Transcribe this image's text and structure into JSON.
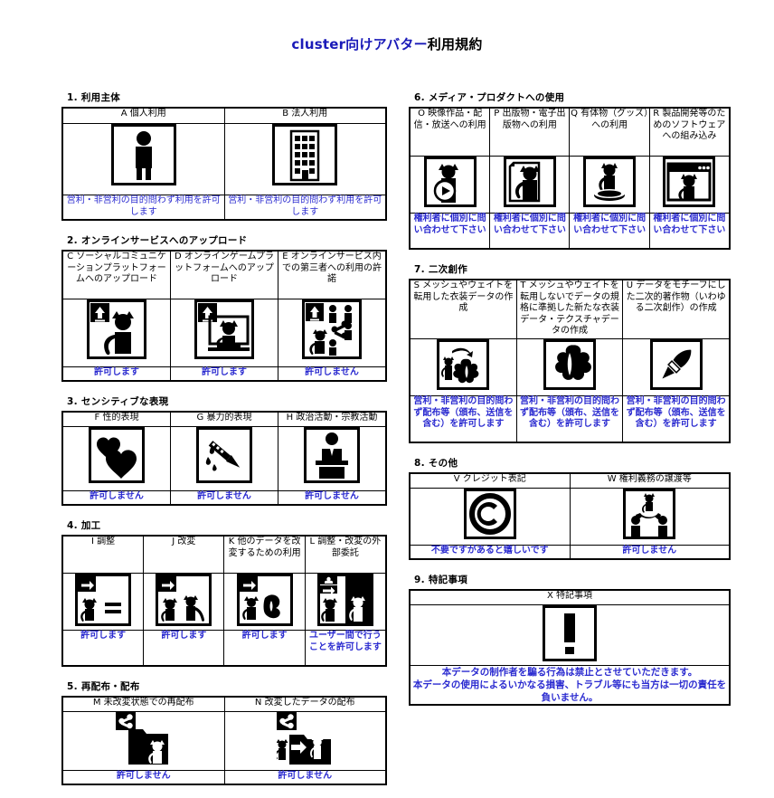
{
  "title": {
    "brand": "cluster向けアバター",
    "rest": "利用規約"
  },
  "colors": {
    "permission_blue": "#2b2bd0",
    "title_blue": "#1a1ab8",
    "border_black": "#000000",
    "page_background": "#ffffff"
  },
  "sections": {
    "s1": {
      "heading": "1. 利用主体",
      "items": [
        {
          "code": "A",
          "label": "A 個人利用",
          "icon": "person-icon",
          "permission": "営利・非営利の目的問わず利用を許可します"
        },
        {
          "code": "B",
          "label": "B 法人利用",
          "icon": "building-icon",
          "permission": "営利・非営利の目的問わず利用を許可します"
        }
      ]
    },
    "s2": {
      "heading": "2. オンラインサービスへのアップロード",
      "items": [
        {
          "code": "C",
          "label": "C ソーシャルコミュニケーションプラットフォームへのアップロード",
          "icon": "upload-avatar-icon",
          "permission": "許可します"
        },
        {
          "code": "D",
          "label": "D オンラインゲームプラットフォームへのアップロード",
          "icon": "upload-monitor-icon",
          "permission": "許可します"
        },
        {
          "code": "E",
          "label": "E オンラインサービス内での第三者への利用の許諾",
          "icon": "upload-share-people-icon",
          "permission": "許可しません"
        }
      ]
    },
    "s3": {
      "heading": "3. センシティブな表現",
      "items": [
        {
          "code": "F",
          "label": "F 性的表現",
          "icon": "hearts-icon",
          "permission": "許可しません"
        },
        {
          "code": "G",
          "label": "G 暴力的表現",
          "icon": "knife-blood-icon",
          "permission": "許可しません"
        },
        {
          "code": "H",
          "label": "H 政治活動・宗教活動",
          "icon": "podium-speaker-icon",
          "permission": "許可しません"
        }
      ]
    },
    "s4": {
      "heading": "4. 加工",
      "items": [
        {
          "code": "I",
          "label": "I 調整",
          "icon": "adjust-equals-icon",
          "permission": "許可します"
        },
        {
          "code": "J",
          "label": "J 改変",
          "icon": "modify-two-cats-icon",
          "permission": "許可します"
        },
        {
          "code": "K",
          "label": "K 他のデータを改変するための利用",
          "icon": "modify-other-data-icon",
          "permission": "許可します"
        },
        {
          "code": "L",
          "label": "L 調整・改変の外部委託",
          "icon": "outsourcing-icon",
          "permission": "ユーザー間で行うことを許可します"
        }
      ]
    },
    "s5": {
      "heading": "5. 再配布・配布",
      "items": [
        {
          "code": "M",
          "label": "M 未改変状態での再配布",
          "icon": "share-folder-icon",
          "permission": "許可しません"
        },
        {
          "code": "N",
          "label": "N 改変したデータの配布",
          "icon": "share-modified-icon",
          "permission": "許可しません"
        }
      ]
    },
    "s6": {
      "heading": "6. メディア・プロダクトへの使用",
      "items": [
        {
          "code": "O",
          "label": "O 映像作品・配信・放送への利用",
          "icon": "video-play-icon",
          "permission": "権利者に個別に問い合わせて下さい"
        },
        {
          "code": "P",
          "label": "P 出版物・電子出版物への利用",
          "icon": "publication-page-icon",
          "permission": "権利者に個別に問い合わせて下さい"
        },
        {
          "code": "Q",
          "label": "Q 有体物（グッズ）への利用",
          "icon": "figurine-goods-icon",
          "permission": "権利者に個別に問い合わせて下さい"
        },
        {
          "code": "R",
          "label": "R 製品開発等のためのソフトウェアへの組み込み",
          "icon": "software-window-icon",
          "permission": "権利者に個別に問い合わせて下さい"
        }
      ]
    },
    "s7": {
      "heading": "7. 二次創作",
      "items": [
        {
          "code": "S",
          "label": "S メッシュやウェイトを転用した衣装データの作成",
          "icon": "cat-to-costume-icon",
          "permission": "営利・非営利の目的問わず配布等（頒布、送信を含む）を許可します"
        },
        {
          "code": "T",
          "label": "T メッシュやウェイトを転用しないでデータの規格に準拠した新たな衣装データ・テクスチャデータの作成",
          "icon": "costume-icon",
          "permission": "営利・非営利の目的問わず配布等（頒布、送信を含む）を許可します"
        },
        {
          "code": "U",
          "label": "U データをモチーフにした二次的著作物（いわゆる二次創作）の作成",
          "icon": "paintbrush-icon",
          "permission": "営利・非営利の目的問わず配布等（頒布、送信を含む）を許可します"
        }
      ]
    },
    "s8": {
      "heading": "8. その他",
      "items": [
        {
          "code": "V",
          "label": "V クレジット表記",
          "icon": "copyright-icon",
          "permission": "不要ですがあると嬉しいです"
        },
        {
          "code": "W",
          "label": "W 権利義務の譲渡等",
          "icon": "transfer-rights-icon",
          "permission": "許可しません"
        }
      ]
    },
    "s9": {
      "heading": "9. 特記事項",
      "header": "X 特記事項",
      "icon": "exclamation-icon",
      "note_line1": "本データの制作者を騙る行為は禁止とさせていただきます。",
      "note_line2": "本データの使用によるいかなる損害、トラブル等にも当方は一切の責任を",
      "note_line3": "負いません。"
    }
  }
}
